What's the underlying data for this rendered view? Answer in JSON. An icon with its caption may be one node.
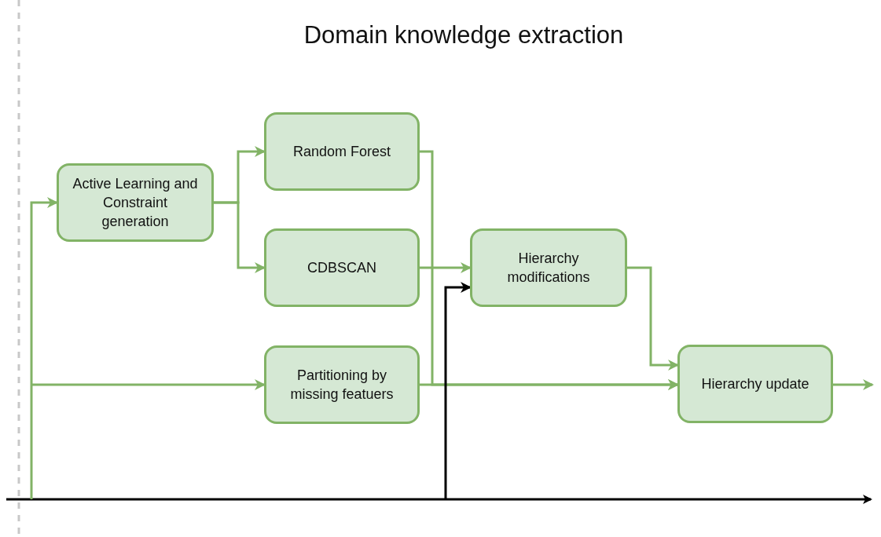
{
  "diagram": {
    "title": "Domain knowledge extraction",
    "nodes": [
      {
        "text": [
          "Active Learning and Constraint generation"
        ]
      },
      {
        "text": [
          "Random Forest"
        ]
      },
      {
        "text": [
          "CDBSCAN"
        ]
      },
      {
        "text": [
          "Partitioning by missing featuers"
        ]
      },
      {
        "text": [
          "Hierarchy modifications"
        ]
      },
      {
        "text": [
          "Hierarchy update"
        ]
      }
    ],
    "edges": [
      {
        "from": 0,
        "to": 1,
        "arrow": "to"
      },
      {
        "from": 0,
        "to": 2,
        "arrow": "to"
      },
      {
        "from": 1,
        "to": 5,
        "arrow": "to"
      },
      {
        "from": 3,
        "to": 5,
        "arrow": "to"
      },
      {
        "from": 2,
        "to": 4,
        "arrow": "to"
      },
      {
        "from": 4,
        "to": 5,
        "arrow": "to"
      },
      {
        "from": null,
        "to": 0,
        "arrow": "to"
      },
      {
        "from": null,
        "to": 3,
        "arrow": "to"
      },
      {
        "from": null,
        "to": 4,
        "arrow": "to",
        "color": "#000000"
      },
      {
        "from": 5,
        "to": null,
        "arrow": "to"
      }
    ]
  }
}
